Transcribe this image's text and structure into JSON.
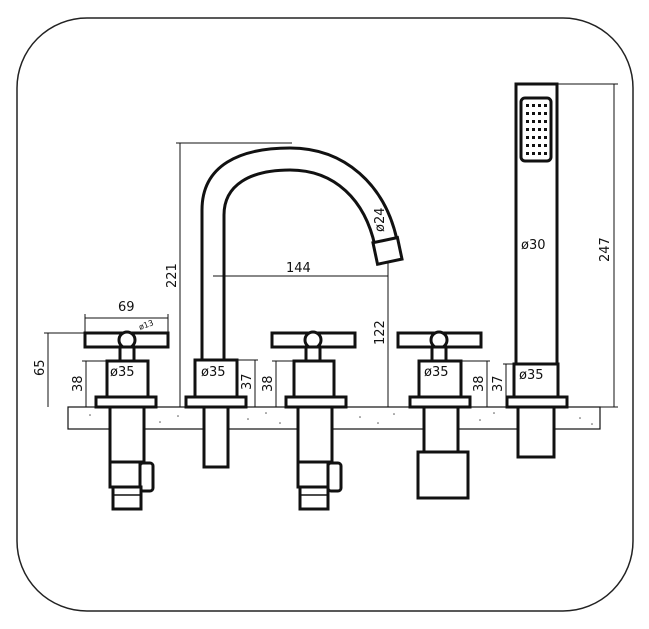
{
  "diagram": {
    "frame_color": "#222222",
    "line_color": "#111111",
    "background": "#ffffff",
    "dimensions": {
      "handle_width": "69",
      "handle_dia_small": "ø13",
      "handle_height": "65",
      "valve_height_left": "38",
      "valve_dia_left": "ø35",
      "spout_height": "221",
      "spout_base_dia": "ø35",
      "spout_base_h": "37",
      "spout_reach": "144",
      "spout_tip_dia": "ø24",
      "center_valve_h": "38",
      "spout_clearance": "122",
      "right_valve_dia": "ø35",
      "right_valve_h1": "38",
      "right_valve_h2": "37",
      "shower_base_dia": "ø35",
      "shower_dia": "ø30",
      "shower_height": "247"
    }
  }
}
